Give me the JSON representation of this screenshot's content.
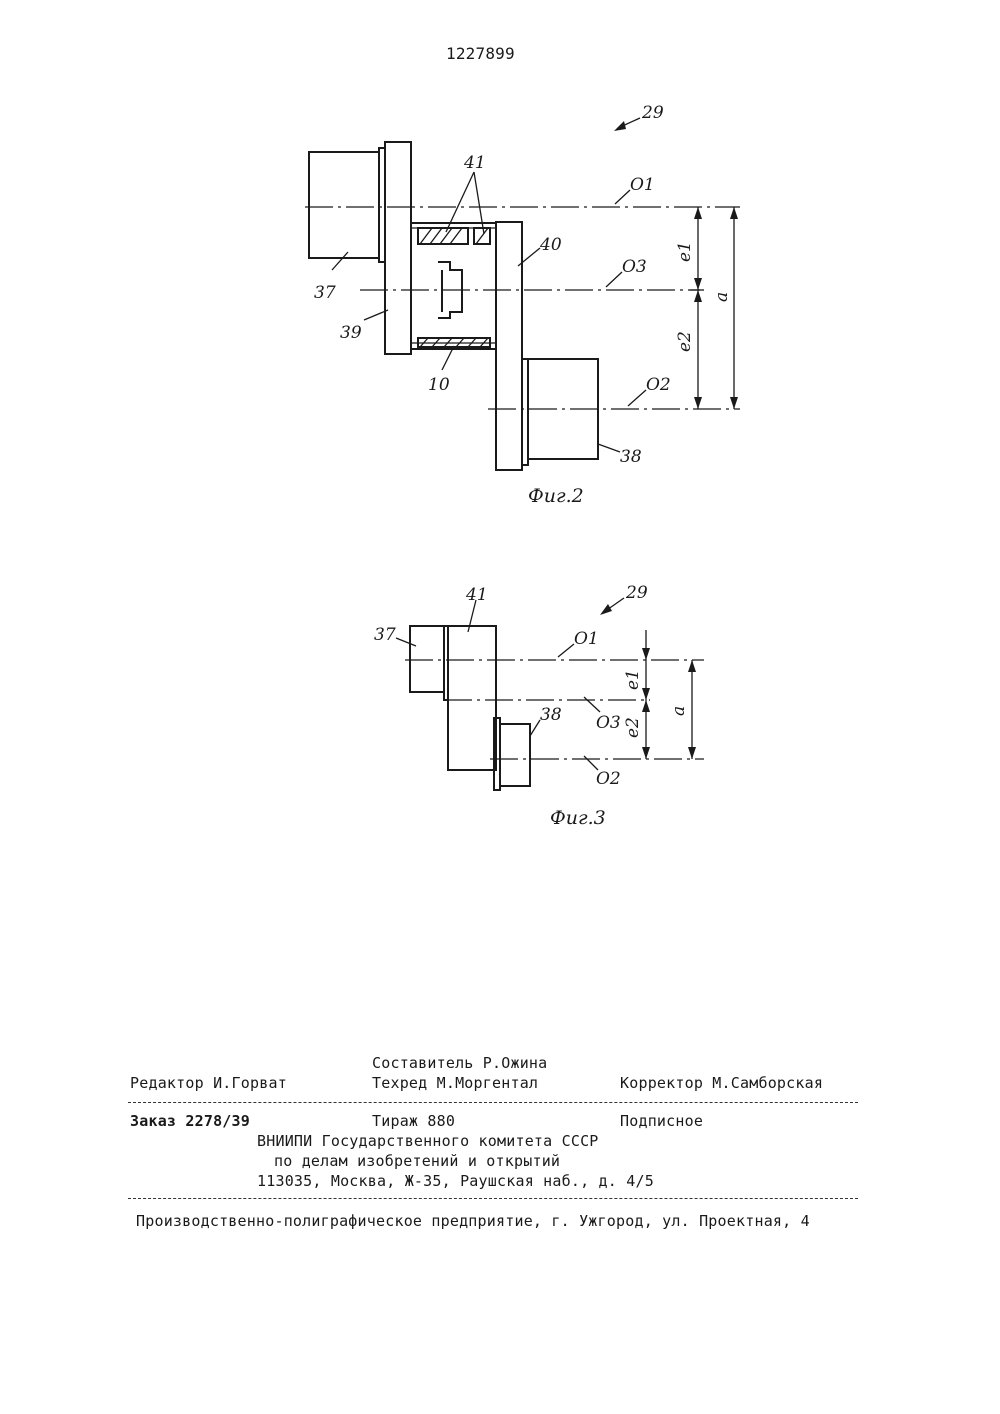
{
  "doc_number": "1227899",
  "fig2": {
    "caption": "Фиг.2",
    "view_label": "29",
    "parts": {
      "p37": "37",
      "p38": "38",
      "p39": "39",
      "p40": "40",
      "p41": "41",
      "p10": "10"
    },
    "axes": {
      "o1": "O1",
      "o2": "O2",
      "o3": "O3"
    },
    "dims": {
      "e1": "e1",
      "e2": "e2",
      "a": "a"
    }
  },
  "fig3": {
    "caption": "Фиг.3",
    "view_label": "29",
    "parts": {
      "p37": "37",
      "p38": "38",
      "p41": "41"
    },
    "axes": {
      "o1": "O1",
      "o2": "O2",
      "o3": "O3"
    },
    "dims": {
      "e1": "e1",
      "e2": "e2",
      "a": "a"
    }
  },
  "colophon": {
    "compiler": "Составитель Р.Ожина",
    "editor": "Редактор И.Горват",
    "techred": "Техред М.Моргентал",
    "corrector": "Корректор М.Самборская",
    "order": "Заказ 2278/39",
    "circulation": "Тираж 880",
    "subscription": "Подписное",
    "org_line1": "ВНИИПИ Государственного комитета СССР",
    "org_line2": "по делам изобретений и открытий",
    "org_address": "113035, Москва, Ж-35, Раушская наб., д. 4/5",
    "printer": "Производственно-полиграфическое предприятие, г. Ужгород, ул. Проектная, 4"
  }
}
